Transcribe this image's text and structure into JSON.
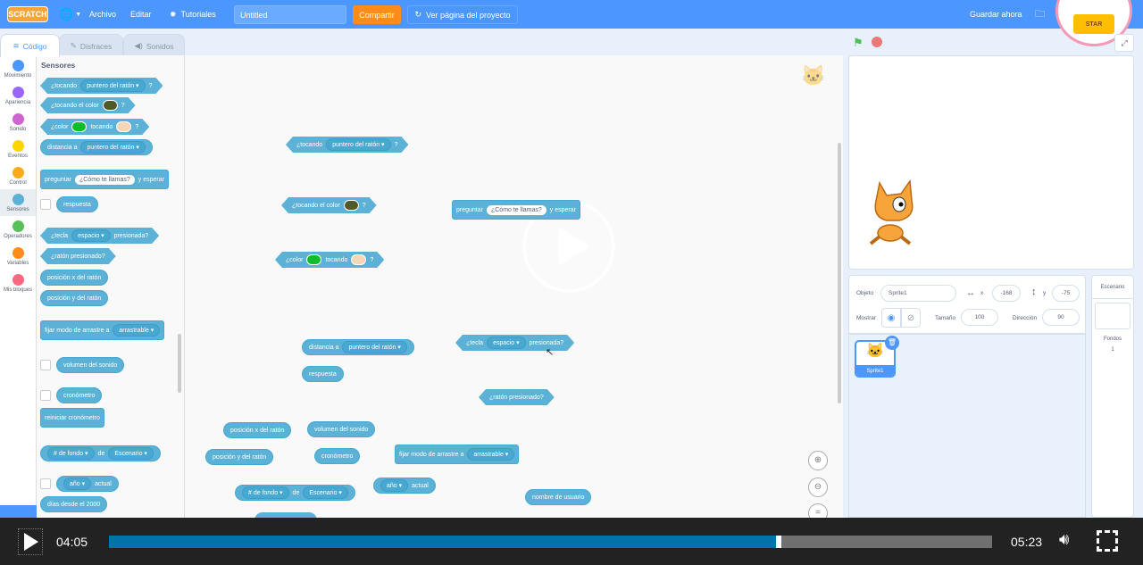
{
  "menu": {
    "logo": "SCRATCH",
    "language_icon": "globe-icon",
    "file": "Archivo",
    "edit": "Editar",
    "tutorials": "Tutoriales",
    "project_title": "Untitled",
    "share": "Compartir",
    "view_page": "Ver página del proyecto",
    "save_now": "Guardar ahora"
  },
  "tabs": [
    {
      "label": "Código"
    },
    {
      "label": "Disfraces"
    },
    {
      "label": "Sonidos"
    }
  ],
  "categories": [
    {
      "label": "Movimiento",
      "color": "#4c97ff"
    },
    {
      "label": "Apariencia",
      "color": "#9966ff"
    },
    {
      "label": "Sonido",
      "color": "#cf63cf"
    },
    {
      "label": "Eventos",
      "color": "#ffd500"
    },
    {
      "label": "Control",
      "color": "#ffab19"
    },
    {
      "label": "Sensores",
      "color": "#5cb1d6"
    },
    {
      "label": "Operadores",
      "color": "#59c059"
    },
    {
      "label": "Variables",
      "color": "#ff8c1a"
    },
    {
      "label": "Mis bloques",
      "color": "#ff6680"
    }
  ],
  "palette_title": "Sensores",
  "palette_blocks": [
    {
      "shape": "hex",
      "parts": [
        {
          "t": "¿tocando"
        },
        {
          "dd": "puntero del ratón ▾"
        },
        {
          "t": "?"
        }
      ]
    },
    {
      "shape": "hex",
      "parts": [
        {
          "t": "¿tocando el color"
        },
        {
          "color": "#4f5a2a"
        },
        {
          "t": "?"
        }
      ]
    },
    {
      "shape": "hex",
      "parts": [
        {
          "t": "¿color"
        },
        {
          "color": "#0fbd2c"
        },
        {
          "t": "tocando"
        },
        {
          "color": "#f6d6b8"
        },
        {
          "t": "?"
        }
      ]
    },
    {
      "shape": "round",
      "parts": [
        {
          "t": "distancia a"
        },
        {
          "dd": "puntero del ratón ▾"
        }
      ]
    },
    {
      "shape": "stack",
      "parts": [
        {
          "t": "preguntar"
        },
        {
          "in": "¿Cómo te llamas?"
        },
        {
          "t": "y esperar"
        }
      ]
    },
    {
      "shape": "round",
      "check": true,
      "parts": [
        {
          "t": "respuesta"
        }
      ]
    },
    {
      "shape": "hex",
      "parts": [
        {
          "t": "¿tecla"
        },
        {
          "dd": "espacio ▾"
        },
        {
          "t": "presionada?"
        }
      ]
    },
    {
      "shape": "hex",
      "parts": [
        {
          "t": "¿ratón presionado?"
        }
      ]
    },
    {
      "shape": "round",
      "parts": [
        {
          "t": "posición x del ratón"
        }
      ]
    },
    {
      "shape": "round",
      "parts": [
        {
          "t": "posición y del ratón"
        }
      ]
    },
    {
      "shape": "stack",
      "parts": [
        {
          "t": "fijar modo de arrastre a"
        },
        {
          "dd": "arrastrable ▾"
        }
      ]
    },
    {
      "shape": "round",
      "check": true,
      "parts": [
        {
          "t": "volumen del sonido"
        }
      ]
    },
    {
      "shape": "round",
      "check": true,
      "parts": [
        {
          "t": "cronómetro"
        }
      ]
    },
    {
      "shape": "stack",
      "parts": [
        {
          "t": "reiniciar cronómetro"
        }
      ]
    },
    {
      "shape": "round",
      "parts": [
        {
          "dd": "# de fondo ▾"
        },
        {
          "t": "de"
        },
        {
          "dd": "Escenario ▾"
        }
      ]
    },
    {
      "shape": "round",
      "check": true,
      "parts": [
        {
          "dd": "año ▾"
        },
        {
          "t": "actual"
        }
      ]
    },
    {
      "shape": "round",
      "parts": [
        {
          "t": "días desde el 2000"
        }
      ]
    }
  ],
  "canvas_blocks": [
    {
      "shape": "hex",
      "parts": [
        {
          "t": "¿tocando"
        },
        {
          "dd": "puntero del ratón ▾"
        },
        {
          "t": "?"
        }
      ]
    },
    {
      "shape": "hex",
      "parts": [
        {
          "t": "¿tocando el color"
        },
        {
          "color": "#4f5a2a"
        },
        {
          "t": "?"
        }
      ]
    },
    {
      "shape": "hex",
      "parts": [
        {
          "t": "¿color"
        },
        {
          "color": "#0fbd2c"
        },
        {
          "t": "tocando"
        },
        {
          "color": "#f6d6b8"
        },
        {
          "t": "?"
        }
      ]
    },
    {
      "shape": "stack",
      "parts": [
        {
          "t": "preguntar"
        },
        {
          "in": "¿Cómo te llamas?"
        },
        {
          "t": "y esperar"
        }
      ]
    },
    {
      "shape": "round",
      "parts": [
        {
          "t": "distancia a"
        },
        {
          "dd": "puntero del ratón ▾"
        }
      ]
    },
    {
      "shape": "round",
      "parts": [
        {
          "t": "respuesta"
        }
      ]
    },
    {
      "shape": "hex",
      "parts": [
        {
          "t": "¿tecla"
        },
        {
          "dd": "espacio ▾"
        },
        {
          "t": "presionada?"
        }
      ]
    },
    {
      "shape": "hex",
      "parts": [
        {
          "t": "¿ratón presionado?"
        }
      ]
    },
    {
      "shape": "round",
      "parts": [
        {
          "t": "posición x del ratón"
        }
      ]
    },
    {
      "shape": "round",
      "parts": [
        {
          "t": "posición y del ratón"
        }
      ]
    },
    {
      "shape": "round",
      "parts": [
        {
          "t": "volumen del sonido"
        }
      ]
    },
    {
      "shape": "round",
      "parts": [
        {
          "t": "cronómetro"
        }
      ]
    },
    {
      "shape": "stack",
      "parts": [
        {
          "t": "fijar modo de arrastre a"
        },
        {
          "dd": "arrastrable ▾"
        }
      ]
    },
    {
      "shape": "round",
      "parts": [
        {
          "dd": "# de fondo ▾"
        },
        {
          "t": "de"
        },
        {
          "dd": "Escenario ▾"
        }
      ]
    },
    {
      "shape": "round",
      "parts": [
        {
          "dd": "año ▾"
        },
        {
          "t": "actual"
        }
      ]
    },
    {
      "shape": "round",
      "parts": [
        {
          "t": "nombre de usuario"
        }
      ]
    }
  ],
  "sprite_info": {
    "sprite_label": "Objeto",
    "sprite_name": "Sprite1",
    "x_label": "x",
    "x": "-168",
    "y_label": "y",
    "y": "-75",
    "show_label": "Mostrar",
    "size_label": "Tamaño",
    "size": "100",
    "direction_label": "Dirección",
    "direction": "90"
  },
  "sprites": [
    {
      "name": "Sprite1"
    }
  ],
  "stage_panel": {
    "title": "Escenario",
    "backdrops_label": "Fondos",
    "backdrops_count": "1"
  },
  "video": {
    "current_time": "04:05",
    "total_time": "05:23",
    "progress": 0.7585,
    "state": "paused"
  },
  "colors": {
    "menu_bar": "#4c97ff",
    "sensing": "#5cb1d6",
    "share": "#ff8c1a"
  }
}
